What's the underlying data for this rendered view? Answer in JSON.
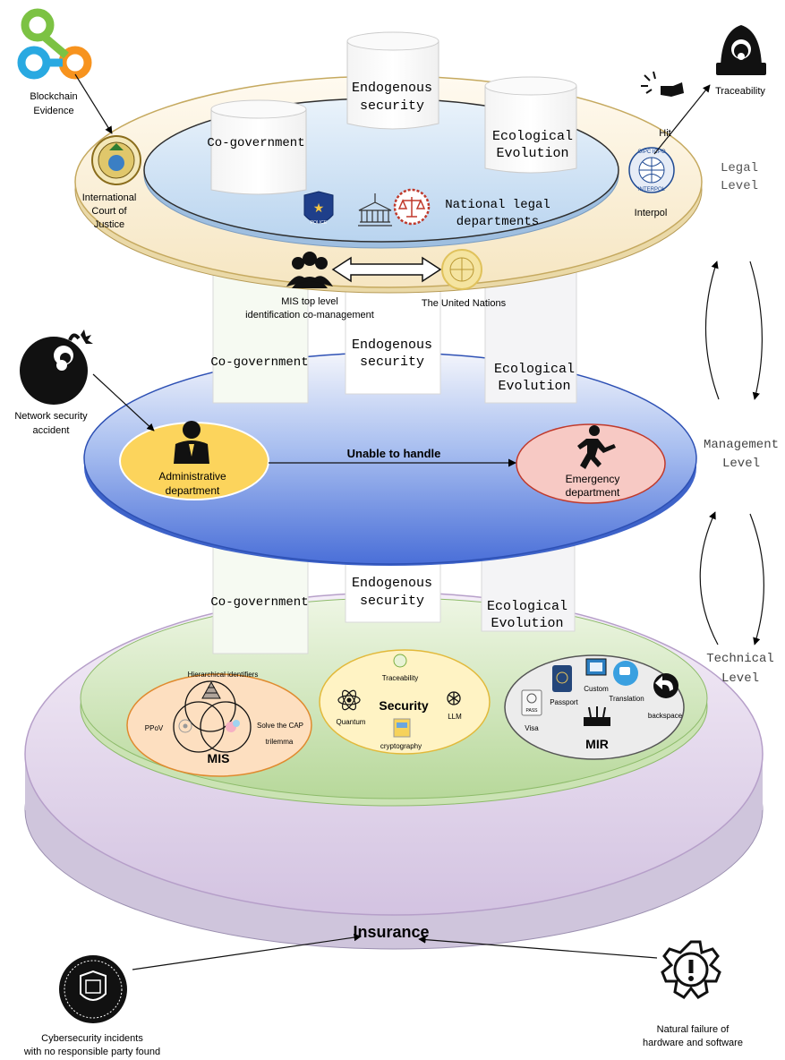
{
  "top_left": {
    "blockchain_label": [
      "Blockchain",
      "Evidence"
    ]
  },
  "legal": {
    "court_label": [
      "International",
      "Court of",
      "Justice"
    ],
    "interpol_label": "Interpol",
    "national_label": [
      "National legal",
      "departments"
    ],
    "cogov_label": "Co-government",
    "endogenous_label": [
      "Endogenous",
      "security"
    ],
    "ecological_label": [
      "Ecological",
      "Evolution"
    ],
    "mis_label": [
      "MIS top level",
      "identification co-management"
    ],
    "un_label": "The United Nations",
    "traceability_label": "Traceability",
    "hit_label": "Hit",
    "level_label": [
      "Legal",
      "Level"
    ]
  },
  "management": {
    "accident_label": [
      "Network security",
      "accident"
    ],
    "admin_label": [
      "Administrative",
      "department"
    ],
    "arrow_label": "Unable to handle",
    "emergency_label": [
      "Emergency",
      "department"
    ],
    "cogov_label": "Co-government",
    "endogenous_label": [
      "Endogenous",
      "security"
    ],
    "ecological_label": [
      "Ecological",
      "Evolution"
    ],
    "level_label": [
      "Management",
      "Level"
    ]
  },
  "technical": {
    "cogov_label": "Co-government",
    "endogenous_label": [
      "Endogenous",
      "security"
    ],
    "ecological_label": [
      "Ecological",
      "Evolution"
    ],
    "level_label": [
      "Technical",
      "Level"
    ],
    "mis": {
      "title": "MIS",
      "hier": "Hierarchical identifiers",
      "ppov": "PPoV",
      "cap": [
        "Solve the CAP",
        "trilemma"
      ]
    },
    "security": {
      "title": "Security",
      "traceability": "Traceability",
      "quantum": "Quantum",
      "llm": "LLM",
      "crypto": "cryptography"
    },
    "mir": {
      "title": "MIR",
      "passport": "Passport",
      "custom": "Custom",
      "translation": "Translation",
      "backspace": "backspace",
      "visa": "Visa",
      "pass": "PASS"
    }
  },
  "bottom": {
    "insurance": "Insurance",
    "left_label": [
      "Cybersecurity incidents",
      "with no responsible party found"
    ],
    "right_label": [
      "Natural failure of",
      "hardware and software"
    ]
  },
  "colors": {
    "legal_outer": "#fdf4dc",
    "legal_inner": "#d4e6f6",
    "mgmt_fill": "#6f95e6",
    "admin_fill": "#ffd45b",
    "emergency_fill": "#f8d0cc",
    "tech_outer": "#ddd0e8",
    "tech_inner": "#d7e9c4",
    "mis_fill": "#fde0c2",
    "sec_fill": "#fff5c8",
    "mir_fill": "#ececec"
  }
}
